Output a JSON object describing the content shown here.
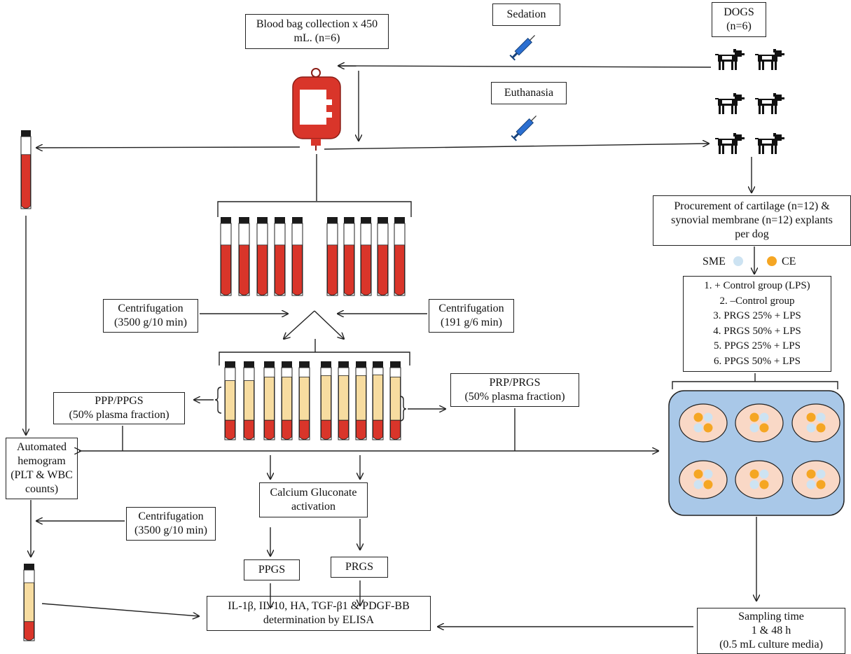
{
  "boxes": {
    "blood_bag": [
      "Blood bag collection x 450",
      "mL. (n=6)"
    ],
    "sedation": "Sedation",
    "euthanasia": "Euthanasia",
    "dogs": [
      "DOGS",
      "(n=6)"
    ],
    "procurement": [
      "Procurement of cartilage (n=12) &",
      "synovial membrane (n=12) explants",
      "per dog"
    ],
    "centrifugation_left": [
      "Centrifugation",
      "(3500 g/10 min)"
    ],
    "centrifugation_right": [
      "Centrifugation",
      "(191 g/6 min)"
    ],
    "ppp_ppgs": [
      "PPP/PPGS",
      "(50% plasma fraction)"
    ],
    "prp_prgs": [
      "PRP/PRGS",
      "(50% plasma fraction)"
    ],
    "hemogram": [
      "Automated",
      "hemogram",
      "(PLT & WBC",
      "counts)"
    ],
    "calcium": [
      "Calcium Gluconate",
      "activation"
    ],
    "centrifugation_bottom": [
      "Centrifugation",
      "(3500 g/10 min)"
    ],
    "ppgs": "PPGS",
    "prgs": "PRGS",
    "elisa": [
      "IL-1β, IL-10, HA, TGF-β1 & PDGF-BB",
      "determination by ELISA"
    ],
    "sampling": [
      "Sampling time",
      "1 & 48 h",
      "(0.5 mL culture media)"
    ]
  },
  "legend": {
    "sme": "SME",
    "ce": "CE"
  },
  "groups": [
    "1. + Control group (LPS)",
    "2. –Control group",
    "3. PRGS 25% + LPS",
    "4. PRGS 50% + LPS",
    "5. PPGS 25% + LPS",
    "6. PPGS 50% + LPS"
  ],
  "colors": {
    "blood": "#d9352a",
    "plasma": "#f7dca0",
    "cap": "#1a1a1a",
    "syringe": "#2b6fd1",
    "plate": "#a9c8e8",
    "well": "#f9d8c6",
    "sme": "#cde3f2",
    "ce": "#f5a623"
  }
}
